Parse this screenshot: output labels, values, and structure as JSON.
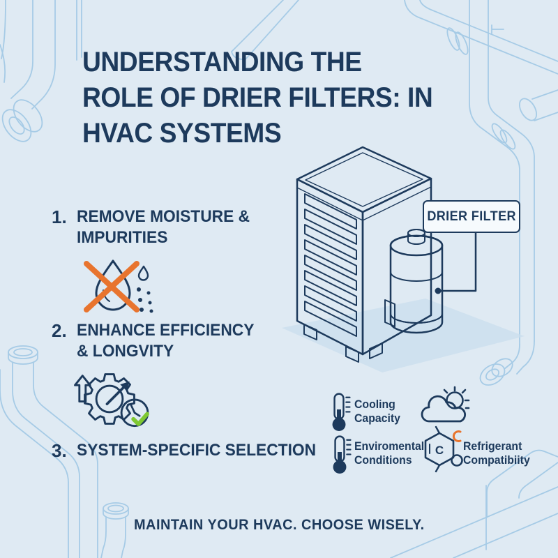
{
  "title": {
    "lines": [
      "UNDERSTANDING THE",
      "ROLE OF DRIER FILTERS: IN",
      "HVAC SYSTEMS"
    ]
  },
  "list": {
    "items": [
      {
        "number": "1.",
        "lines": [
          "REMOVE MOISTURE &",
          "IMPURITIES"
        ],
        "icon": "droplet-crossed-icon"
      },
      {
        "number": "2.",
        "lines": [
          "ENHANCE EFFICIENCY",
          "& LONGVITY"
        ],
        "icon": "gear-clock-check-icon"
      },
      {
        "number": "3.",
        "lines": [
          "SYSTEM-SPECIFIC SELECTION"
        ],
        "icon": ""
      }
    ]
  },
  "diagram": {
    "label": "DRIER FILTER"
  },
  "features": [
    {
      "icon": "thermometer-icon",
      "lines": [
        "Cooling",
        "Capacity"
      ]
    },
    {
      "icon": "cloud-sun-icon",
      "lines": [
        "",
        ""
      ]
    },
    {
      "icon": "thermometer-icon",
      "lines": [
        "Enviromental",
        "Conditions"
      ]
    },
    {
      "icon": "molecule-icon",
      "icon_letter": "C",
      "lines": [
        "Refrigerant",
        "Compatibiity"
      ]
    }
  ],
  "footer": {
    "tagline": "MAINTAIN YOUR HVAC. CHOOSE WISELY."
  },
  "colors": {
    "background": "#dfeaf3",
    "navy": "#1d3a5c",
    "pipe": "#a6cbe6",
    "louver": "#4183ba",
    "unitlight": "#cfe3f2",
    "unitside": "#dcebf7",
    "green": "#8dc43e",
    "band": "#7fb6e0",
    "orange": "#e8742e",
    "check": "#7fc832",
    "shadow": "#c9dded",
    "labelbg": "#f6fafd",
    "white": "#fdfefe"
  }
}
